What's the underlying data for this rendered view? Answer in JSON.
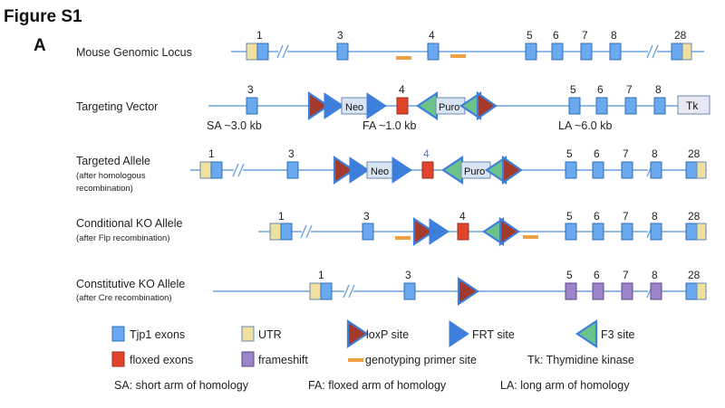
{
  "figure_title": "Figure S1",
  "panel_label": "A",
  "colors": {
    "line": "#6fa3de",
    "exon_fill": "#6aa8ef",
    "exon_stroke": "#2f6fb8",
    "utr_fill": "#efe0a0",
    "utr_stroke": "#6a88b0",
    "floxed_fill": "#e0452c",
    "floxed_stroke": "#9a3020",
    "frameshift_fill": "#9b84c8",
    "frameshift_stroke": "#5a4a88",
    "loxp_fill": "#a33a2c",
    "frt_fill": "#3f7fdc",
    "f3_fill": "#6cc38a",
    "primer": "#f0a040",
    "cassette_fill": "#d8e4f2",
    "tk_fill": "#e8e8f2"
  },
  "rows": {
    "genomic": {
      "label": "Mouse Genomic Locus",
      "nums": [
        "1",
        "3",
        "4",
        "5",
        "6",
        "7",
        "8",
        "28"
      ]
    },
    "vector": {
      "label": "Targeting Vector",
      "nums": [
        "3",
        "4",
        "5",
        "6",
        "7",
        "8"
      ],
      "neo": "Neo",
      "puro": "Puro",
      "tk": "Tk",
      "sa": "SA ~3.0 kb",
      "fa": "FA ~1.0 kb",
      "la": "LA ~6.0 kb"
    },
    "targeted": {
      "label": "Targeted Allele",
      "sub1": "(after homologous",
      "sub2": "recombination)",
      "nums": [
        "1",
        "3",
        "4",
        "5",
        "6",
        "7",
        "8",
        "28"
      ],
      "neo": "Neo",
      "puro": "Puro"
    },
    "conditional": {
      "label": "Conditional KO Allele",
      "sub1": "(after Flp recombination)",
      "nums": [
        "1",
        "3",
        "4",
        "5",
        "6",
        "7",
        "8",
        "28"
      ]
    },
    "constitutive": {
      "label": "Constitutive KO Allele",
      "sub1": "(after  Cre recombination)",
      "nums": [
        "1",
        "3",
        "5",
        "6",
        "7",
        "8",
        "28"
      ]
    }
  },
  "legend": {
    "tjp1": "Tjp1 exons",
    "utr": "UTR",
    "loxp": "loxP site",
    "frt": "FRT site",
    "f3": "F3 site",
    "floxed": "floxed exons",
    "frameshift": "frameshift",
    "primer": "genotyping primer site",
    "tk": "Tk: Thymidine kinase",
    "sa": "SA: short arm of homology",
    "fa": "FA: floxed arm of homology",
    "la": "LA: long arm of homology"
  }
}
